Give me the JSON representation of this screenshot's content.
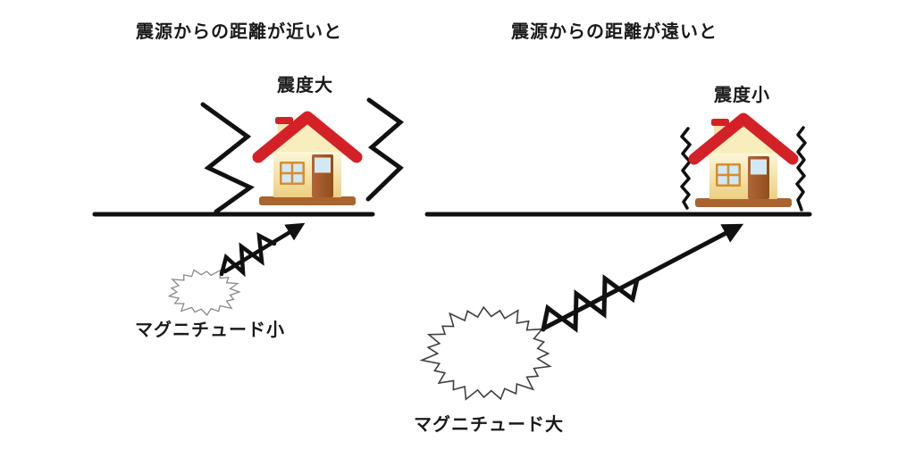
{
  "diagram": {
    "panels": [
      {
        "title": "震源からの距離が近いと",
        "intensity_label": "震度大",
        "magnitude_label": "マグニチュード小"
      },
      {
        "title": "震源からの距離が遠いと",
        "intensity_label": "震度小",
        "magnitude_label": "マグニチュード大"
      }
    ],
    "colors": {
      "line_black": "#111111",
      "roof_red": "#d42127",
      "wall_cream": "#f7ecbb",
      "window_frame_orange": "#d98c2b",
      "glass_blue": "#cfe9f8",
      "door_brown": "#9a5524",
      "base_brown": "#a9642f",
      "cloud_outline_gray": "#8a8a8a"
    },
    "icons": {
      "house": "house-icon",
      "strong_shake": "strong-shake-line-icon",
      "weak_shake": "weak-shake-line-icon",
      "hypocenter_small": "hypocenter-cloud-small-icon",
      "hypocenter_large": "hypocenter-cloud-large-icon",
      "seismic_wave": "seismic-wave-arrow-icon"
    }
  }
}
